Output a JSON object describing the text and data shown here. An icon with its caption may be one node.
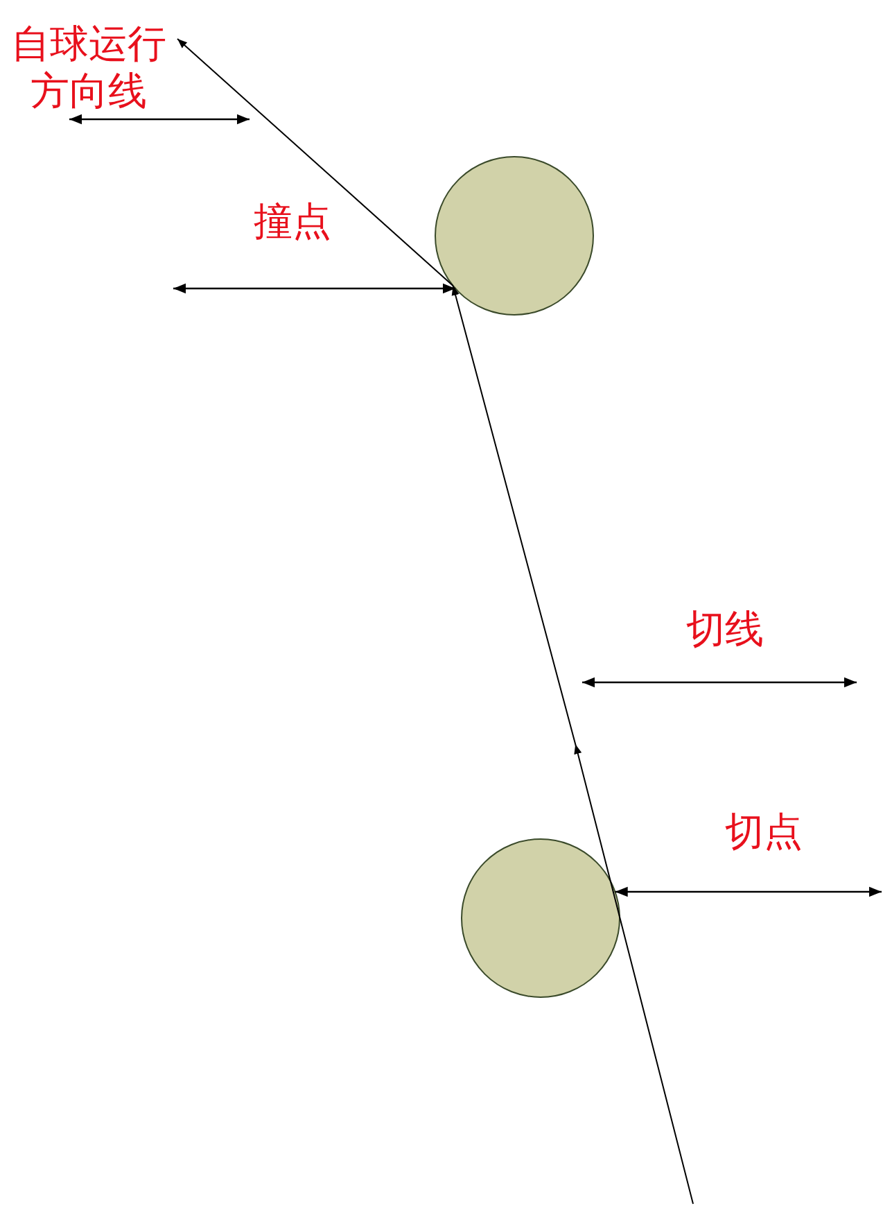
{
  "diagram": {
    "nodes": [
      {
        "text": [
          "自球运行方向线"
        ]
      },
      {
        "text": [
          "撞点"
        ]
      },
      {
        "text": [
          "切线"
        ]
      },
      {
        "text": [
          "切点"
        ]
      },
      {
        "text": [],
        "shape": "circle"
      },
      {
        "text": [],
        "shape": "circle"
      }
    ],
    "edges": [
      {
        "from": null,
        "to": 4,
        "arrow": "to"
      },
      {
        "from": 4,
        "to": 0,
        "arrow": "to"
      },
      {
        "from": 0,
        "to": null,
        "arrow": "both"
      },
      {
        "from": 1,
        "to": 4,
        "arrow": "both"
      },
      {
        "from": 2,
        "to": null,
        "arrow": "both"
      },
      {
        "from": 3,
        "to": 5,
        "arrow": "both"
      }
    ]
  }
}
